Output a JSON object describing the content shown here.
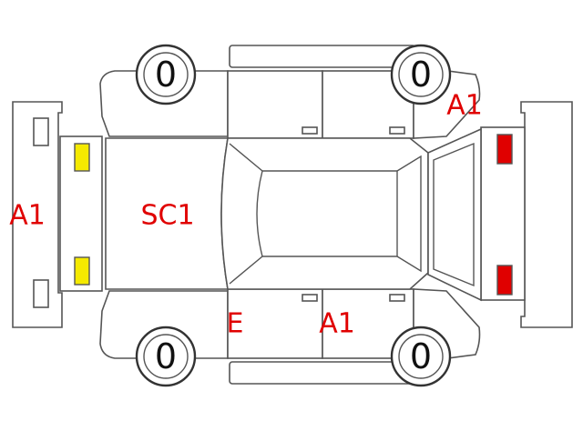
{
  "colors": {
    "mark_text": "#e00000",
    "tire_text": "#111111",
    "front_lamp": "#f5ea00",
    "rear_lamp": "#e00000",
    "outline": "#555555"
  },
  "tires": {
    "front_left": "0",
    "rear_left": "0",
    "front_right": "0",
    "rear_right": "0"
  },
  "damage_marks": {
    "front_bumper": "A1",
    "hood": "SC1",
    "rear_quarter_top": "A1",
    "side_lower_front": "E",
    "side_lower_rear": "A1"
  },
  "lamps": {
    "front": "yellow",
    "rear": "red"
  }
}
